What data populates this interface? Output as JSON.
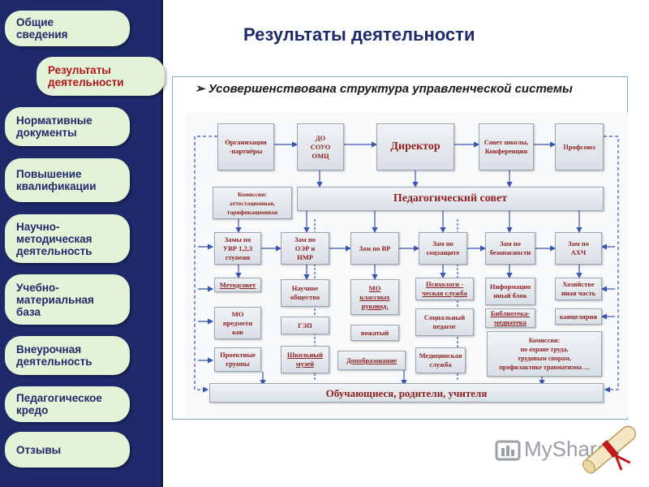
{
  "sidebar": {
    "items": [
      {
        "label": "Общие\nсведения",
        "active": false
      },
      {
        "label": "Результаты\nдеятельности",
        "active": true
      },
      {
        "label": "Нормативные\nдокументы",
        "active": false
      },
      {
        "label": "Повышение\nквалификации",
        "active": false
      },
      {
        "label": "Научно-\nметодическая\nдеятельность",
        "active": false
      },
      {
        "label": "Учебно-\nматериальная\nбаза",
        "active": false
      },
      {
        "label": "Внеурочная\nдеятельность",
        "active": false
      },
      {
        "label": "Педагогическое\nкредо",
        "active": false
      },
      {
        "label": "Отзывы",
        "active": false
      }
    ]
  },
  "page_title": "Результаты деятельности",
  "bullet_text": "Усовершенствована структура управленческой системы",
  "diagram": {
    "org_partners": "Организации\n-партнёры",
    "do_souo_omc": "ДО\nСОУО\nОМЦ",
    "director": "Директор",
    "school_council": "Совет школы,\nКонференция",
    "union": "Профсоюз",
    "commissions_attest": "Комиссии:\nаттестационная,\nтарификационная",
    "ped_council": "Педагогический совет",
    "deputy_uvr": "Замы по\nУВР 1,2,3\nступени",
    "deputy_oer": "Зам по\nОЭР и\nНМР",
    "deputy_vr": "Зам по ВР",
    "deputy_social": "Зам по\nсоцзащите",
    "deputy_safety": "Зам по\nбезопасности",
    "deputy_ahch": "Зам по\nАХЧ",
    "method_council": "Методсовет",
    "sci_society": "Научное\nобщество",
    "mo_class": "МО\nклассных\nруковод.",
    "psych_service": "Психологи -\nческая служба",
    "info_block": "Информацио\nнный блок",
    "household": "Хозяйстве\nнная часть",
    "mo_subject": "МО\nпредмети\nков",
    "gep": "ГЭП",
    "counselor": "вожатый",
    "social_teacher": "Социальный\nпедагог",
    "library": "Библиотека-\nмедиатека",
    "office": "канцелярия",
    "project_groups": "Проектные\nгруппы",
    "school_museum": "Школьный\nмузей",
    "extra_education": "Допобразование",
    "medical_service": "Медицинская\nслужба",
    "commissions_labor": "Комиссии:\nпо охране труда,\nтрудовым спорам,\nпрофилактике травматизма….",
    "students_parents": "Обучающиеся, родители, учителя"
  },
  "watermark": "MyShared",
  "colors": {
    "sidebar_bg": "#1e2a6b",
    "button_bg": "#e3f3d8",
    "button_text": "#1e2a6b",
    "active_text": "#b4151a",
    "box_text": "#8c1f1f",
    "arrow": "#3a55b0"
  }
}
